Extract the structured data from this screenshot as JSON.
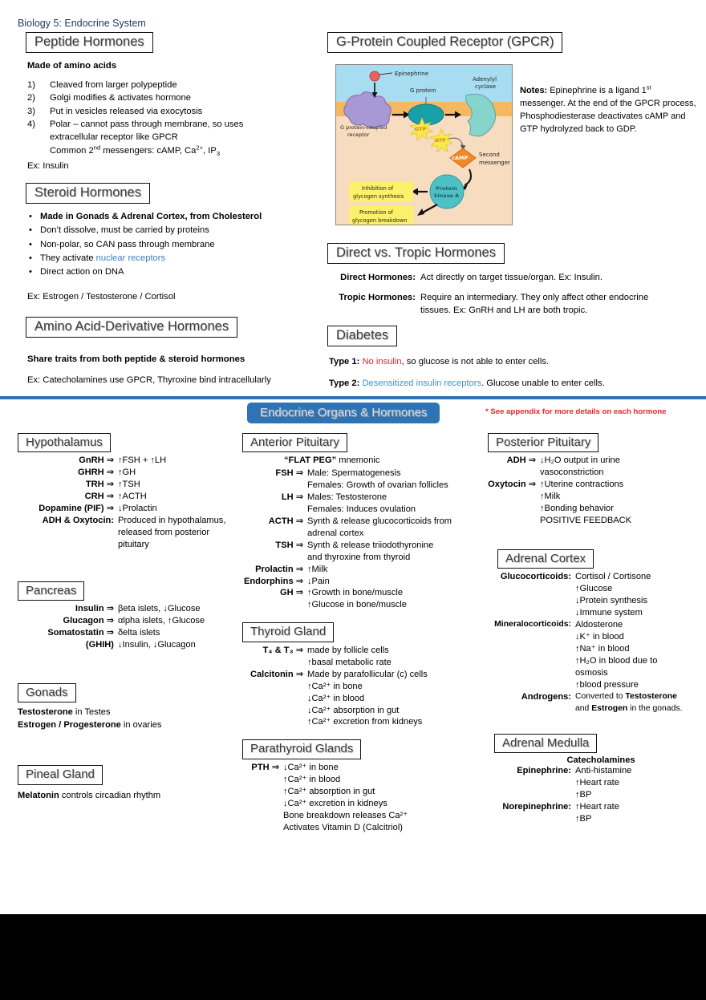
{
  "doc": {
    "title": "Biology 5: Endocrine System"
  },
  "colors": {
    "accent_blue": "#2e74b5",
    "link_blue": "#3f7fc1",
    "alert_red": "#e8252a",
    "title_navy": "#1f3864"
  },
  "top_left": {
    "peptide": {
      "header": "Peptide Hormones",
      "subtitle": "Made of amino acids",
      "items": [
        {
          "num": "1)",
          "text": "Cleaved from larger polypeptide"
        },
        {
          "num": "2)",
          "text": "Golgi modifies & activates hormone"
        },
        {
          "num": "3)",
          "text": "Put in vesicles released via exocytosis"
        },
        {
          "num": "4)",
          "text": "Polar – cannot pass through membrane, so uses"
        }
      ],
      "cont1": "extracellular receptor like GPCR",
      "cont2_a": "Common 2",
      "cont2_sup": "nd",
      "cont2_b": " messengers: cAMP, Ca",
      "cont2_sup2": "2+",
      "cont2_c": ", IP",
      "cont2_sub": "3",
      "example": "Ex: Insulin"
    },
    "steroid": {
      "header": "Steroid Hormones",
      "bullets_1": "Made in Gonads & Adrenal Cortex, from Cholesterol",
      "bullets_2": "Don’t dissolve, must be carried by proteins",
      "bullets_3": "Non-polar, so CAN pass through membrane",
      "bullets_4_pre": "They activate ",
      "bullets_4_link": "nuclear receptors",
      "bullets_5": "Direct action on DNA",
      "example": "Ex: Estrogen / Testosterone / Cortisol"
    },
    "amino_acid_derivative": {
      "header": "Amino Acid-Derivative Hormones",
      "subtitle": "Share traits from both peptide & steroid hormones",
      "example": "Ex: Catecholamines use GPCR, Thyroxine bind intracellularly"
    }
  },
  "top_right": {
    "gpcr": {
      "header": "G-Protein Coupled Receptor (GPCR)",
      "figure_labels": {
        "epinephrine": "Epinephrine",
        "g_protein": "G protein",
        "adenylyl_cyclase": "Adenylyl\ncyclase",
        "receptor": "G protein-coupled\nreceptor",
        "gtp": "GTP",
        "atp": "ATP",
        "camp": "cAMP",
        "second_messenger": "Second\nmessenger",
        "protein_kinase_a": "Protein\nkinase A",
        "inhibition": "Inhibition of\nglycogen synthesis",
        "promotion": "Promotion of\nglycogen breakdown"
      },
      "notes_label": "Notes:",
      "notes_1": " Epinephrine is a ligand 1",
      "notes_sup": "st",
      "notes_2": " messenger.  At the end of the GPCR process, Phosphodiesterase deactivates cAMP and GTP hydrolyzed back to GDP."
    },
    "direct_tropic": {
      "header": "Direct vs. Tropic Hormones",
      "rows": [
        {
          "label": "Direct Hormones:",
          "value": "Act directly on target tissue/organ.  Ex:  Insulin."
        },
        {
          "label": "Tropic Hormones:",
          "value": "Require an intermediary.  They only affect other endocrine tissues.  Ex:  GnRH and LH are both tropic."
        }
      ]
    },
    "diabetes": {
      "header": "Diabetes",
      "type1_label": "Type 1:",
      "type1_highlight": "No insulin",
      "type1_rest": ", so glucose is not able to enter cells.",
      "type2_label": "Type 2:",
      "type2_highlight": "Desensitized insulin receptors",
      "type2_rest": ".  Glucose unable to enter cells."
    }
  },
  "banner": {
    "title": "Endocrine Organs & Hormones",
    "appendix_note": "* See appendix for more details on each hormone"
  },
  "organs": {
    "hypothalamus": {
      "header": "Hypothalamus",
      "rows": [
        {
          "label": "GnRH ⇒",
          "value": "↑FSH + ↑LH"
        },
        {
          "label": "GHRH ⇒",
          "value": "↑GH"
        },
        {
          "label": "TRH ⇒",
          "value": "↑TSH"
        },
        {
          "label": "CRH ⇒",
          "value": "↑ACTH"
        },
        {
          "label": "Dopamine (PIF) ⇒",
          "value": "↓Prolactin"
        },
        {
          "label": "ADH & Oxytocin:",
          "value": "Produced in hypothalamus,"
        }
      ],
      "cont": [
        "released from posterior",
        "pituitary"
      ]
    },
    "pancreas": {
      "header": "Pancreas",
      "rows": [
        {
          "label": "Insulin ⇒",
          "value": "βeta islets, ↓Glucose"
        },
        {
          "label": "Glucagon ⇒",
          "value": "αlpha islets, ↑Glucose"
        },
        {
          "label": "Somatostatin ⇒",
          "value": "δelta islets"
        },
        {
          "label": "(GHIH)",
          "value": "↓Insulin, ↓Glucagon"
        }
      ]
    },
    "gonads": {
      "header": "Gonads",
      "line1_bold": "Testosterone",
      "line1_rest": " in Testes",
      "line2_bold": "Estrogen / Progesterone",
      "line2_rest": " in ovaries"
    },
    "pineal": {
      "header": "Pineal Gland",
      "line_bold": "Melatonin",
      "line_rest": " controls circadian rhythm"
    },
    "anterior_pituitary": {
      "header": "Anterior Pituitary",
      "mnemonic_quoted": "“FLAT PEG”",
      "mnemonic_rest": " mnemonic",
      "rows": [
        {
          "label": "FSH ⇒",
          "value": "Male:  Spermatogenesis"
        },
        {
          "label": "",
          "value": "Females:  Growth of ovarian follicles"
        },
        {
          "label": "LH ⇒",
          "value": "Males:  Testosterone"
        },
        {
          "label": "",
          "value": "Females:  Induces ovulation"
        },
        {
          "label": "ACTH ⇒",
          "value": "Synth & release glucocorticoids from"
        },
        {
          "label": "",
          "value": "adrenal cortex"
        },
        {
          "label": "TSH ⇒",
          "value": "Synth & release triiodothyronine"
        },
        {
          "label": "",
          "value": "and thyroxine from thyroid"
        },
        {
          "label": "Prolactin ⇒",
          "value": "↑Milk"
        },
        {
          "label": "Endorphins ⇒",
          "value": "↓Pain"
        },
        {
          "label": "GH ⇒",
          "value": "↑Growth in bone/muscle"
        },
        {
          "label": "",
          "value": "↑Glucose in bone/muscle"
        }
      ]
    },
    "thyroid": {
      "header": "Thyroid Gland",
      "rows": [
        {
          "label": "T₄ & T₃ ⇒",
          "value": "made by follicle cells"
        },
        {
          "label": "",
          "value": "↑basal metabolic rate"
        },
        {
          "label": "Calcitonin ⇒",
          "value": "Made by parafollicular (c) cells"
        },
        {
          "label": "",
          "value": "↑Ca²⁺ in bone"
        },
        {
          "label": "",
          "value": "↓Ca²⁺ in blood"
        },
        {
          "label": "",
          "value": "↓Ca²⁺ absorption in gut"
        },
        {
          "label": "",
          "value": "↑Ca²⁺ excretion from kidneys"
        }
      ]
    },
    "parathyroid": {
      "header": "Parathyroid Glands",
      "rows": [
        {
          "label": "PTH ⇒",
          "value": "↓Ca²⁺ in bone"
        },
        {
          "label": "",
          "value": "↑Ca²⁺ in blood"
        },
        {
          "label": "",
          "value": "↑Ca²⁺ absorption in gut"
        },
        {
          "label": "",
          "value": "↓Ca²⁺ excretion in kidneys"
        },
        {
          "label": "",
          "value": "Bone breakdown releases Ca²⁺"
        },
        {
          "label": "",
          "value": "Activates Vitamin D (Calcitriol)"
        }
      ]
    },
    "posterior_pituitary": {
      "header": "Posterior Pituitary",
      "rows": [
        {
          "label": "ADH ⇒",
          "value": "↓H₂O output in urine"
        },
        {
          "label": "",
          "value": "vasoconstriction"
        },
        {
          "label": "Oxytocin ⇒",
          "value": "↑Uterine contractions"
        },
        {
          "label": "",
          "value": "↑Milk"
        },
        {
          "label": "",
          "value": "↑Bonding behavior"
        },
        {
          "label": "",
          "value": "POSITIVE FEEDBACK"
        }
      ]
    },
    "adrenal_cortex": {
      "header": "Adrenal Cortex",
      "rows": [
        {
          "label": "Glucocorticoids:",
          "value": "Cortisol / Cortisone"
        },
        {
          "label": "",
          "value": "↑Glucose"
        },
        {
          "label": "",
          "value": "↓Protein synthesis"
        },
        {
          "label": "",
          "value": "↓Immune system"
        },
        {
          "label": "Mineralocorticoids:",
          "value": "Aldosterone"
        },
        {
          "label": "",
          "value": "↓K⁺ in blood"
        },
        {
          "label": "",
          "value": "↑Na⁺ in blood"
        },
        {
          "label": "",
          "value": "↑H₂O in blood due to"
        },
        {
          "label": "",
          "value": "osmosis"
        },
        {
          "label": "",
          "value": "↑blood pressure"
        }
      ],
      "androgens_label": "Androgens:",
      "androgens_a": "Converted to ",
      "androgens_b": "Testosterone",
      "androgens_c": "and ",
      "androgens_d": "Estrogen",
      "androgens_e": " in the gonads."
    },
    "adrenal_medulla": {
      "header": "Adrenal Medulla",
      "subtitle": "Catecholamines",
      "rows": [
        {
          "label": "Epinephrine:",
          "value": "Anti-histamine"
        },
        {
          "label": "",
          "value": "↑Heart rate"
        },
        {
          "label": "",
          "value": "↑BP"
        },
        {
          "label": "Norepinephrine:",
          "value": "↑Heart rate"
        },
        {
          "label": "",
          "value": "↑BP"
        }
      ]
    }
  }
}
